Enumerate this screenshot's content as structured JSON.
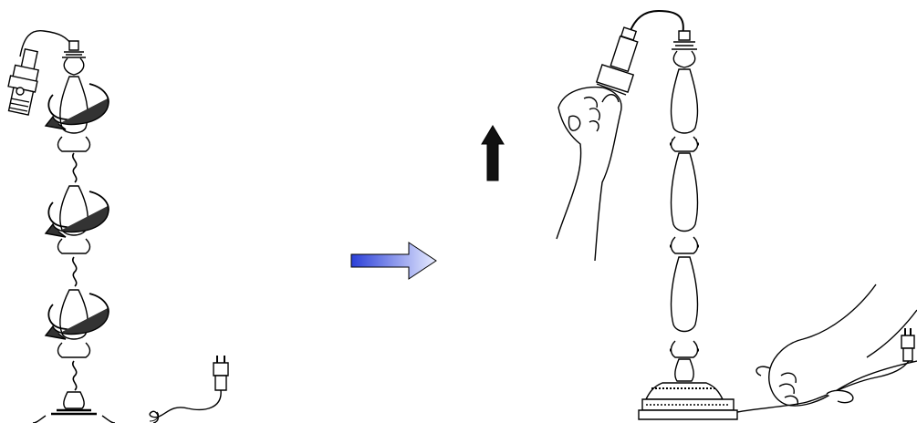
{
  "figure": {
    "kind": "assembly-instruction-illustration",
    "panels": [
      {
        "id": "step-1-disassembled-lamp",
        "icons": [
          "lamp-socket-icon",
          "rotation-arrow-icon",
          "threaded-rod-icon",
          "plug-cord-icon"
        ]
      },
      {
        "id": "step-2-assembled-lamp",
        "icons": [
          "hand-icon",
          "lamp-socket-icon",
          "plug-cord-icon"
        ]
      }
    ],
    "colors": {
      "line": "#000000",
      "background": "#ffffff",
      "transition_arrow_start": "#2a3fd8",
      "transition_arrow_end": "#e8ecff",
      "up_arrow": "#111111"
    }
  }
}
